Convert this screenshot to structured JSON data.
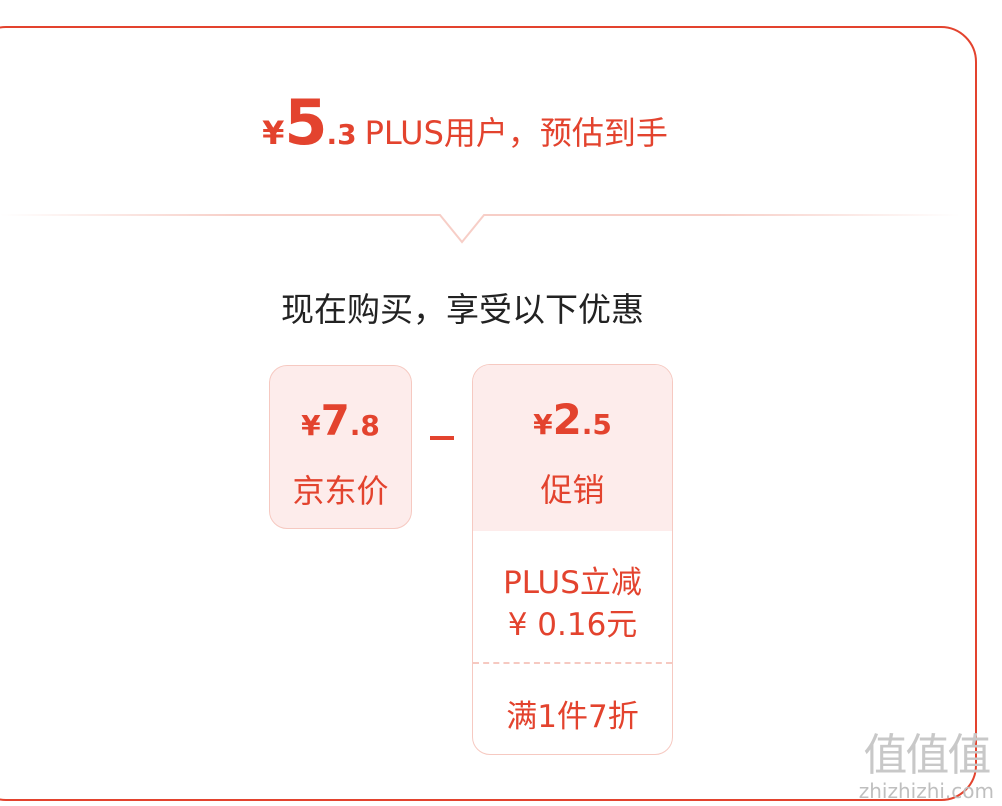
{
  "headline": {
    "currency": "¥",
    "price_integer": "5",
    "price_decimal": ".3",
    "label": "PLUS用户，预估到手"
  },
  "subtitle": "现在购买，享受以下优惠",
  "breakdown": {
    "base": {
      "currency": "¥",
      "integer": "7",
      "decimal": ".8",
      "label": "京东价"
    },
    "operator": "minus",
    "discount": {
      "currency": "¥",
      "integer": "2",
      "decimal": ".5",
      "label": "促销",
      "items": [
        {
          "line1": "PLUS立减",
          "line2": "¥ 0.16元"
        },
        {
          "line1": "满1件7折"
        }
      ]
    }
  },
  "watermark": {
    "logo": "值值值",
    "text": "zhizhizhi.com"
  },
  "colors": {
    "accent": "#e3432e",
    "box_fill": "#fdeceb",
    "box_border": "#f6c9c1"
  }
}
